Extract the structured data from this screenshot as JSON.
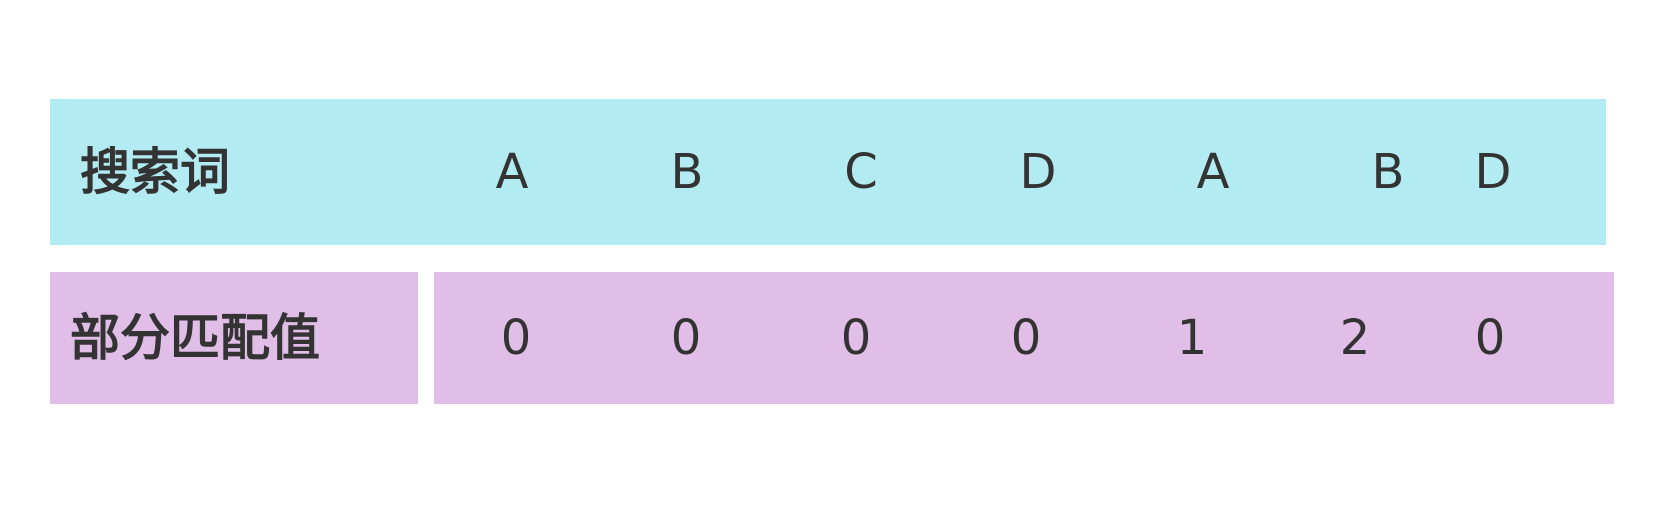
{
  "colors": {
    "top_band": "#b2ebf2",
    "bottom_band": "#e1bee7",
    "text": "#333333"
  },
  "rows": [
    {
      "label": "搜索词",
      "cells": [
        "A",
        "B",
        "C",
        "D",
        "A",
        "B",
        "D"
      ]
    },
    {
      "label": "部分匹配值",
      "cells": [
        "0",
        "0",
        "0",
        "0",
        "1",
        "2",
        "0"
      ]
    }
  ]
}
